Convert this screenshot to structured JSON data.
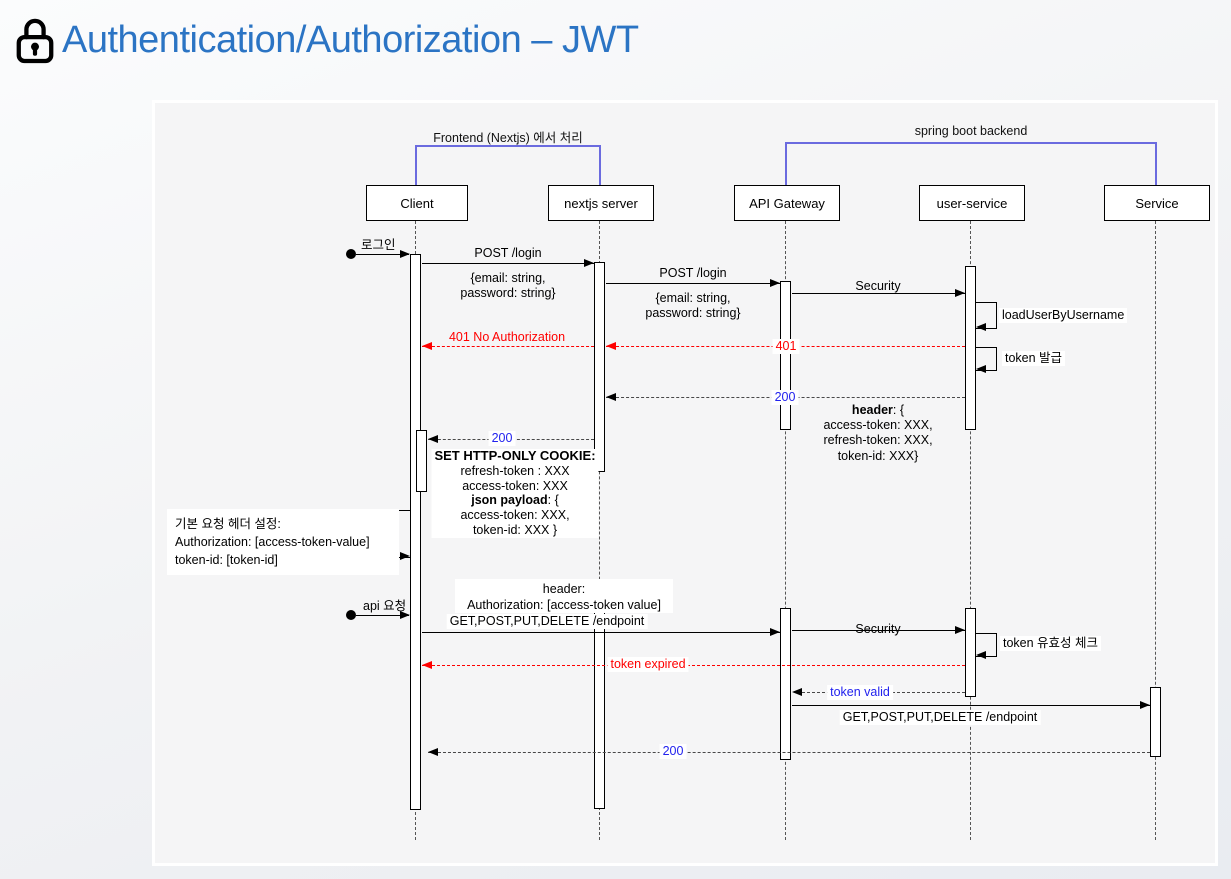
{
  "page": {
    "title": "Authentication/Authorization – JWT"
  },
  "frames": [
    {
      "label": "Frontend (Nextjs) 에서 처리"
    },
    {
      "label": "spring boot backend"
    }
  ],
  "actors": [
    {
      "label": "Client"
    },
    {
      "label": "nextjs server"
    },
    {
      "label": "API Gateway"
    },
    {
      "label": "user-service"
    },
    {
      "label": "Service"
    }
  ],
  "messages": {
    "login_trigger": "로그인",
    "post_login_1": "POST /login",
    "post_login_1_payload": "{email: string,\npassword: string}",
    "post_login_2": "POST /login",
    "post_login_2_payload": "{email: string,\npassword: string}",
    "security_1": "Security",
    "load_user": "loadUserByUsername",
    "resp_401_front": "401 No Authorization",
    "resp_401_back": "401",
    "token_issue": "token 발급",
    "resp_200_back": "200",
    "resp_200_front": "200",
    "header_block": {
      "bold": "header",
      "rest": ": {",
      "body": "access-token: XXX,\nrefresh-token: XXX,\ntoken-id: XXX}"
    },
    "set_cookie": {
      "title": "SET HTTP-ONLY COOKIE:",
      "line1": "refresh-token : XXX",
      "line2": "access-token: XXX",
      "json_bold": "json payload",
      "json_rest": ": {",
      "line3": "access-token: XXX,",
      "line4": "token-id: XXX }"
    },
    "default_header_note": "기본 요청 헤더 설정:\nAuthorization:  [access-token-value]\ntoken-id: [token-id]",
    "api_trigger": "api 요청",
    "request_header_note": "header:\nAuthorization: [access-token value]",
    "get_endpoint_1": "GET,POST,PUT,DELETE /endpoint",
    "security_2": "Security",
    "token_check": "token 유효성 체크",
    "token_expired": "token expired",
    "token_valid": "token valid",
    "get_endpoint_2": "GET,POST,PUT,DELETE /endpoint",
    "resp_200_final": "200"
  },
  "colors": {
    "title_blue": "#2b74c4",
    "frame_blue": "#6b6bdf",
    "error_red": "#ff0000",
    "status_blue": "#2222ee"
  }
}
